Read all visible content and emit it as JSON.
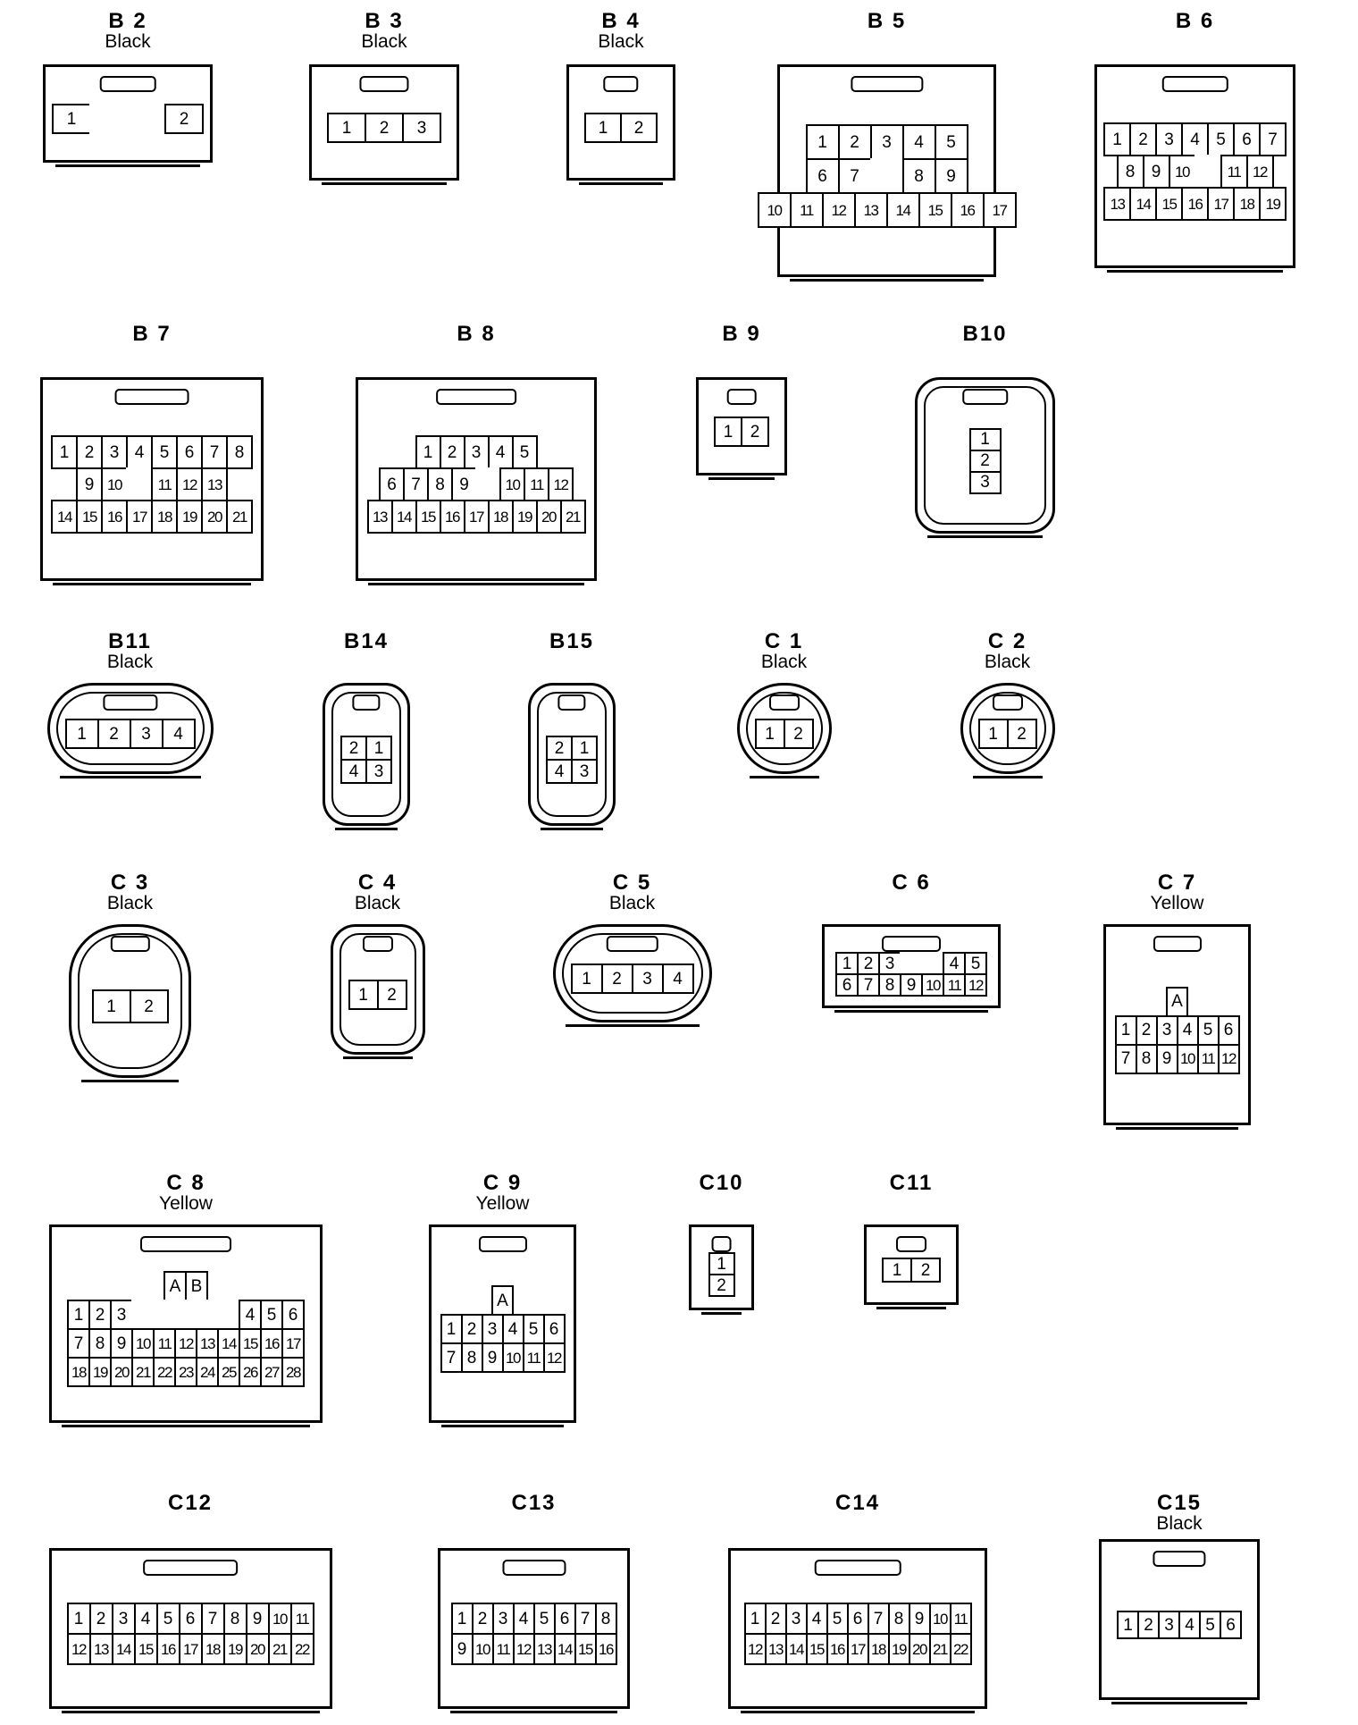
{
  "connectors": [
    {
      "id": "B 2",
      "color": "Black",
      "rows": [
        [
          "1",
          null,
          null,
          "2"
        ]
      ]
    },
    {
      "id": "B 3",
      "color": "Black",
      "rows": [
        [
          "1",
          "2",
          "3"
        ]
      ]
    },
    {
      "id": "B 4",
      "color": "Black",
      "rows": [
        [
          "1",
          "2"
        ]
      ]
    },
    {
      "id": "B 5",
      "color": "",
      "rows": [
        [
          "1",
          "2",
          "3",
          "4",
          "5"
        ],
        [
          "6",
          "7",
          null,
          "8",
          "9"
        ],
        [
          "10",
          "11",
          "12",
          "13",
          "14",
          "15",
          "16",
          "17"
        ]
      ]
    },
    {
      "id": "B 6",
      "color": "",
      "rows": [
        [
          "1",
          "2",
          "3",
          "4",
          "5",
          "6",
          "7"
        ],
        [
          "8",
          "9",
          "10",
          null,
          "11",
          "12"
        ],
        [
          "13",
          "14",
          "15",
          "16",
          "17",
          "18",
          "19"
        ]
      ]
    },
    {
      "id": "B 7",
      "color": "",
      "rows": [
        [
          "1",
          "2",
          "3",
          "4",
          "5",
          "6",
          "7",
          "8"
        ],
        [
          "9",
          "10",
          null,
          "11",
          "12",
          "13"
        ],
        [
          "14",
          "15",
          "16",
          "17",
          "18",
          "19",
          "20",
          "21"
        ]
      ]
    },
    {
      "id": "B 8",
      "color": "",
      "rows": [
        [
          "1",
          "2",
          "3",
          "4",
          "5"
        ],
        [
          "6",
          "7",
          "8",
          "9",
          null,
          "10",
          "11",
          "12"
        ],
        [
          "13",
          "14",
          "15",
          "16",
          "17",
          "18",
          "19",
          "20",
          "21"
        ]
      ]
    },
    {
      "id": "B 9",
      "color": "",
      "rows": [
        [
          "1",
          "2"
        ]
      ]
    },
    {
      "id": "B10",
      "color": "",
      "rows": [
        [
          "1"
        ],
        [
          "2"
        ],
        [
          "3"
        ]
      ]
    },
    {
      "id": "B11",
      "color": "Black",
      "rows": [
        [
          "1",
          "2",
          "3",
          "4"
        ]
      ]
    },
    {
      "id": "B14",
      "color": "",
      "rows": [
        [
          "2",
          "1"
        ],
        [
          "4",
          "3"
        ]
      ]
    },
    {
      "id": "B15",
      "color": "",
      "rows": [
        [
          "2",
          "1"
        ],
        [
          "4",
          "3"
        ]
      ]
    },
    {
      "id": "C 1",
      "color": "Black",
      "rows": [
        [
          "1",
          "2"
        ]
      ]
    },
    {
      "id": "C 2",
      "color": "Black",
      "rows": [
        [
          "1",
          "2"
        ]
      ]
    },
    {
      "id": "C 3",
      "color": "Black",
      "rows": [
        [
          "1",
          "2"
        ]
      ]
    },
    {
      "id": "C 4",
      "color": "Black",
      "rows": [
        [
          "1",
          "2"
        ]
      ]
    },
    {
      "id": "C 5",
      "color": "Black",
      "rows": [
        [
          "1",
          "2",
          "3",
          "4"
        ]
      ]
    },
    {
      "id": "C 6",
      "color": "",
      "rows": [
        [
          "1",
          "2",
          "3",
          null,
          null,
          "4",
          "5"
        ],
        [
          "6",
          "7",
          "8",
          "9",
          "10",
          "11",
          "12"
        ]
      ]
    },
    {
      "id": "C 7",
      "color": "Yellow",
      "rows": [
        [
          "A"
        ],
        [
          "1",
          "2",
          "3",
          "4",
          "5",
          "6"
        ],
        [
          "7",
          "8",
          "9",
          "10",
          "11",
          "12"
        ]
      ]
    },
    {
      "id": "C 8",
      "color": "Yellow",
      "rows": [
        [
          "A",
          "B"
        ],
        [
          "1",
          "2",
          "3",
          null,
          null,
          null,
          null,
          null,
          "4",
          "5",
          "6"
        ],
        [
          "7",
          "8",
          "9",
          "10",
          "11",
          "12",
          "13",
          "14",
          "15",
          "16",
          "17"
        ],
        [
          "18",
          "19",
          "20",
          "21",
          "22",
          "23",
          "24",
          "25",
          "26",
          "27",
          "28"
        ]
      ]
    },
    {
      "id": "C 9",
      "color": "Yellow",
      "rows": [
        [
          "A"
        ],
        [
          "1",
          "2",
          "3",
          "4",
          "5",
          "6"
        ],
        [
          "7",
          "8",
          "9",
          "10",
          "11",
          "12"
        ]
      ]
    },
    {
      "id": "C10",
      "color": "",
      "rows": [
        [
          "1"
        ],
        [
          "2"
        ]
      ]
    },
    {
      "id": "C11",
      "color": "",
      "rows": [
        [
          "1",
          "2"
        ]
      ]
    },
    {
      "id": "C12",
      "color": "",
      "rows": [
        [
          "1",
          "2",
          "3",
          "4",
          "5",
          "6",
          "7",
          "8",
          "9",
          "10",
          "11"
        ],
        [
          "12",
          "13",
          "14",
          "15",
          "16",
          "17",
          "18",
          "19",
          "20",
          "21",
          "22"
        ]
      ]
    },
    {
      "id": "C13",
      "color": "",
      "rows": [
        [
          "1",
          "2",
          "3",
          "4",
          "5",
          "6",
          "7",
          "8"
        ],
        [
          "9",
          "10",
          "11",
          "12",
          "13",
          "14",
          "15",
          "16"
        ]
      ]
    },
    {
      "id": "C14",
      "color": "",
      "rows": [
        [
          "1",
          "2",
          "3",
          "4",
          "5",
          "6",
          "7",
          "8",
          "9",
          "10",
          "11"
        ],
        [
          "12",
          "13",
          "14",
          "15",
          "16",
          "17",
          "18",
          "19",
          "20",
          "21",
          "22"
        ]
      ]
    },
    {
      "id": "C15",
      "color": "Black",
      "rows": [
        [
          "1",
          "2",
          "3",
          "4",
          "5",
          "6"
        ]
      ]
    }
  ]
}
